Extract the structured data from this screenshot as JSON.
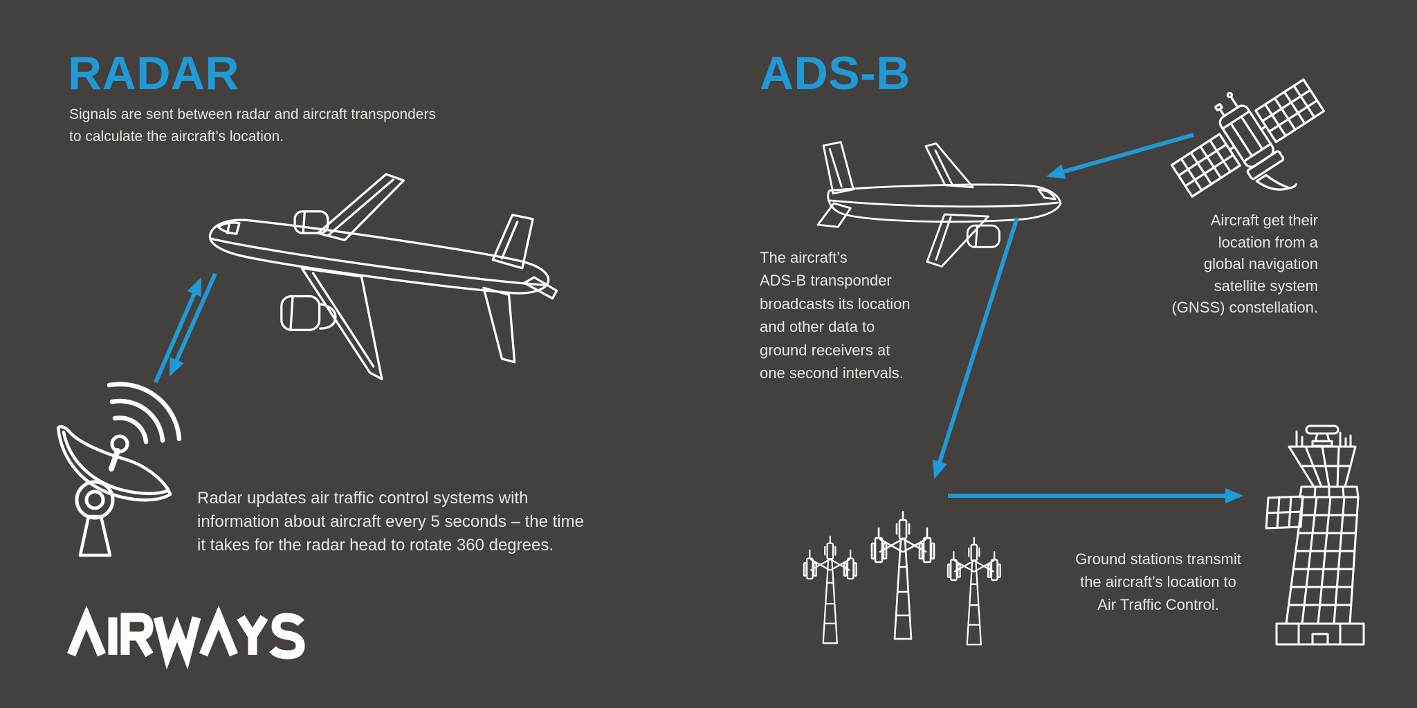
{
  "colors": {
    "background": "#44403D",
    "accent_blue": "#1F9AD6",
    "text": "#E8E5E2",
    "line_art": "#FFFFFF"
  },
  "radar": {
    "title": "RADAR",
    "subtitle_lines": [
      "Signals are sent between radar and aircraft transponders",
      "to calculate the aircraft’s location."
    ],
    "caption_lines": [
      "Radar updates air traffic control systems with",
      "information about aircraft every 5 seconds – the time",
      "it takes for the radar head to rotate 360 degrees."
    ]
  },
  "adsb": {
    "title": "ADS-B",
    "transponder_lines": [
      "The aircraft’s",
      "ADS-B transponder",
      "broadcasts its location",
      "and other data to",
      "ground receivers at",
      "one second intervals."
    ],
    "gnss_lines": [
      "Aircraft get their",
      "location from a",
      "global navigation",
      "satellite system",
      "(GNSS) constellation."
    ],
    "ground_lines": [
      "Ground stations transmit",
      "the aircraft’s location to",
      "Air Traffic Control."
    ]
  },
  "brand": {
    "logo_text": "AIRWAYS"
  },
  "icons": {
    "left_airplane": "airplane-3q-outline-icon",
    "radar_dish": "radar-dish-icon",
    "radar_signal_waves": "signal-waves-icon",
    "radar_aircraft_arrows": "bidirectional-arrows-icon",
    "right_airplane": "airplane-side-outline-icon",
    "satellite": "gnss-satellite-icon",
    "ground_stations": "antenna-towers-icon",
    "atc_tower": "control-tower-icon",
    "satellite_to_aircraft_arrow": "arrow-down-left-icon",
    "aircraft_to_ground_arrow": "arrow-down-icon",
    "ground_to_atc_arrow": "arrow-right-icon"
  }
}
